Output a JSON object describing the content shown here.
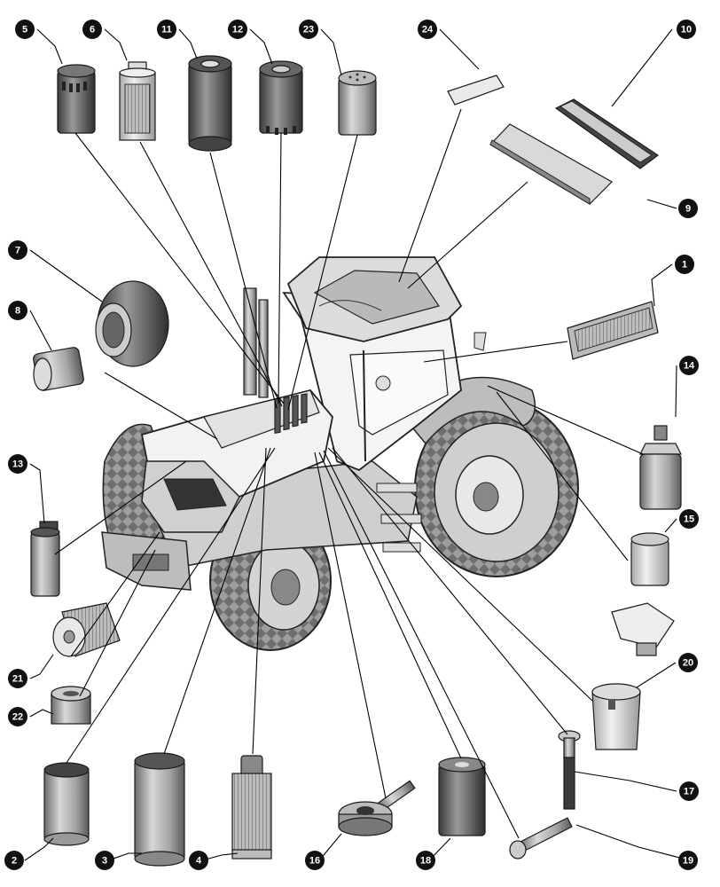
{
  "figure": {
    "type": "exploded parts diagram",
    "subject": "tractor",
    "badge_color": "#111111",
    "badge_text_color": "#ffffff",
    "line_color": "#000000"
  },
  "callouts": [
    {
      "id": "5",
      "label": "5"
    },
    {
      "id": "6",
      "label": "6"
    },
    {
      "id": "11",
      "label": "11"
    },
    {
      "id": "12",
      "label": "12"
    },
    {
      "id": "23",
      "label": "23"
    },
    {
      "id": "24",
      "label": "24"
    },
    {
      "id": "10",
      "label": "10"
    },
    {
      "id": "9",
      "label": "9"
    },
    {
      "id": "7",
      "label": "7"
    },
    {
      "id": "8",
      "label": "8"
    },
    {
      "id": "1",
      "label": "1"
    },
    {
      "id": "14",
      "label": "14"
    },
    {
      "id": "13",
      "label": "13"
    },
    {
      "id": "15",
      "label": "15"
    },
    {
      "id": "20",
      "label": "20"
    },
    {
      "id": "21",
      "label": "21"
    },
    {
      "id": "22",
      "label": "22"
    },
    {
      "id": "17",
      "label": "17"
    },
    {
      "id": "2",
      "label": "2"
    },
    {
      "id": "3",
      "label": "3"
    },
    {
      "id": "4",
      "label": "4"
    },
    {
      "id": "16",
      "label": "16"
    },
    {
      "id": "18",
      "label": "18"
    },
    {
      "id": "19",
      "label": "19"
    }
  ]
}
